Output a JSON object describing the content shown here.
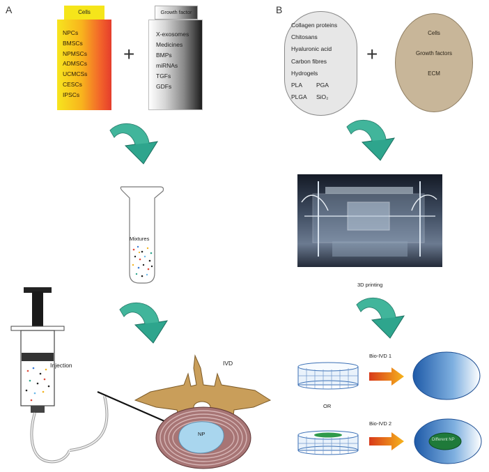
{
  "panel_a": {
    "letter": "A",
    "cells_title": "Cells",
    "cells": [
      "NPCs",
      "BMSCs",
      "NPMSCs",
      "ADMSCs",
      "UCMCSs",
      "CESCs",
      "IPSCs"
    ],
    "growth_title": "Growth factor",
    "growth": [
      "X-exosomes",
      "Medicines",
      "BMPs",
      "miRNAs",
      "TGFs",
      "GDFs"
    ],
    "plus": "+",
    "tube_label": "Mixtures",
    "injection_label": "Injection",
    "ivd_label": "IVD",
    "np_label": "NP"
  },
  "panel_b": {
    "letter": "B",
    "materials": [
      "Collagen proteins",
      "Chitosans",
      "Hyaluronic acid",
      "Carbon fibres",
      "Hydrogels"
    ],
    "materials_pairs": [
      [
        "PLA",
        "PGA"
      ],
      [
        "PLGA",
        "SiO₂"
      ]
    ],
    "plus": "+",
    "oval_items": [
      "Cells",
      "Growth factors",
      "ECM"
    ],
    "printing_label": "3D printing",
    "bio_ivd_1": "Bio-IVD 1",
    "or_label": "OR",
    "bio_ivd_2": "Bio-IVD 2",
    "inner_label": "Different NP"
  },
  "colors": {
    "arrow_green": "#2ea58d",
    "vertebra": "#c99e5a",
    "disc_ring": "#b98989",
    "np_blue": "#a9d6ee",
    "oval_tan": "#c8b699",
    "pill_gray": "#e7e7e7"
  }
}
